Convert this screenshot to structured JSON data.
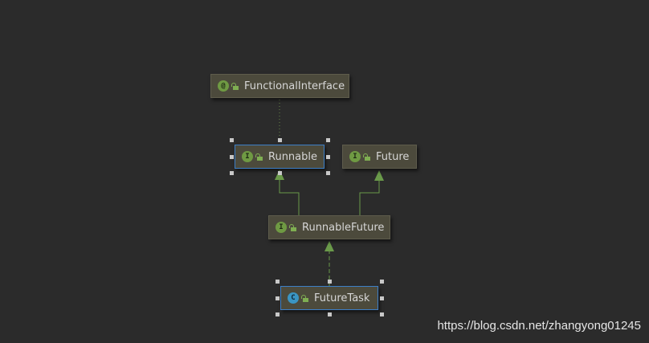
{
  "nodes": {
    "functional_interface": {
      "icon": "annotation-icon",
      "glyph": "@",
      "label": "FunctionalInterface"
    },
    "runnable": {
      "icon": "interface-icon",
      "glyph": "I",
      "label": "Runnable"
    },
    "future": {
      "icon": "interface-icon",
      "glyph": "I",
      "label": "Future"
    },
    "runnable_future": {
      "icon": "interface-icon",
      "glyph": "I",
      "label": "RunnableFuture"
    },
    "future_task": {
      "icon": "class-icon",
      "glyph": "C",
      "label": "FutureTask"
    }
  },
  "watermark": "https://blog.csdn.net/zhangyong01245",
  "colors": {
    "background": "#2b2b2b",
    "node_fill": "#4c4a3c",
    "edge": "#6a9a4a",
    "selection": "#3d7fc7"
  }
}
